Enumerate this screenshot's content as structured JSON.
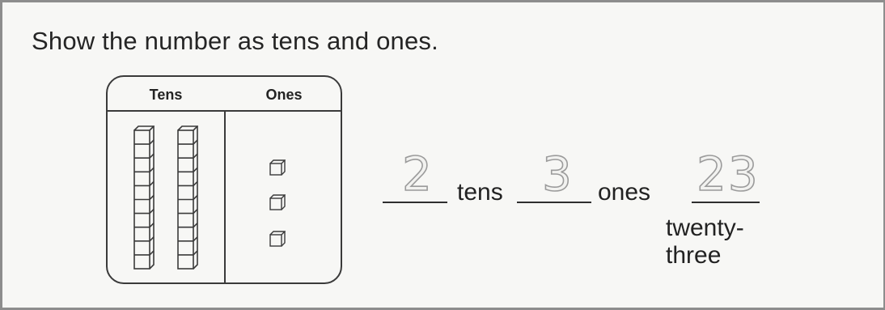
{
  "instruction": "Show the number as tens and ones.",
  "place_value_chart": {
    "tens_header": "Tens",
    "ones_header": "Ones",
    "tens_rods": 2,
    "ones_cubes": 3
  },
  "answer": {
    "tens_value": "2",
    "tens_label": "tens",
    "ones_value": "3",
    "ones_label": "ones",
    "number_value": "23",
    "number_word": "twenty-three"
  }
}
